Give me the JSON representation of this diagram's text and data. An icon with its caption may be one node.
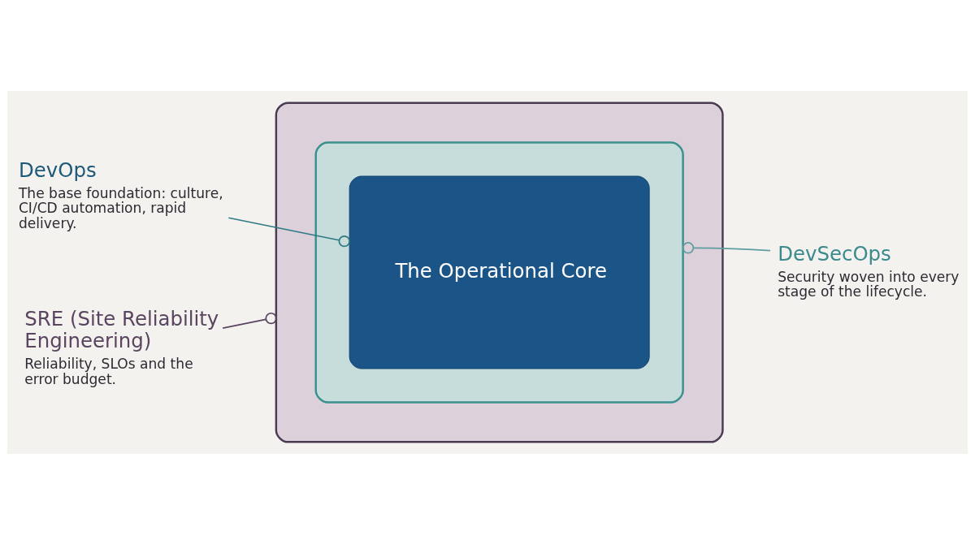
{
  "diagram": {
    "nodes": [
      {
        "text": [
          "DevOps",
          "The base foundation: culture, CI/CD automation, rapid delivery."
        ]
      },
      {
        "text": [],
        "shape": "box"
      },
      {
        "text": [],
        "shape": "box",
        "in": 1
      },
      {
        "text": [
          "The Operational Core"
        ],
        "in": 2
      },
      {
        "text": [
          "DevSecOps",
          "Security woven into every stage of the lifecycle."
        ]
      },
      {
        "text": [
          "SRE (Site Reliability Engineering)",
          "Reliability, SLOs and the error budget."
        ]
      }
    ],
    "edges": [
      {
        "from": 0,
        "to": 3,
        "arrow": "other",
        "color": "#2f7a84"
      },
      {
        "from": 4,
        "to": 2,
        "arrow": "other",
        "color": "#5f9ea0"
      },
      {
        "from": 5,
        "to": 1,
        "arrow": "other",
        "color": "#5a4560"
      }
    ]
  }
}
